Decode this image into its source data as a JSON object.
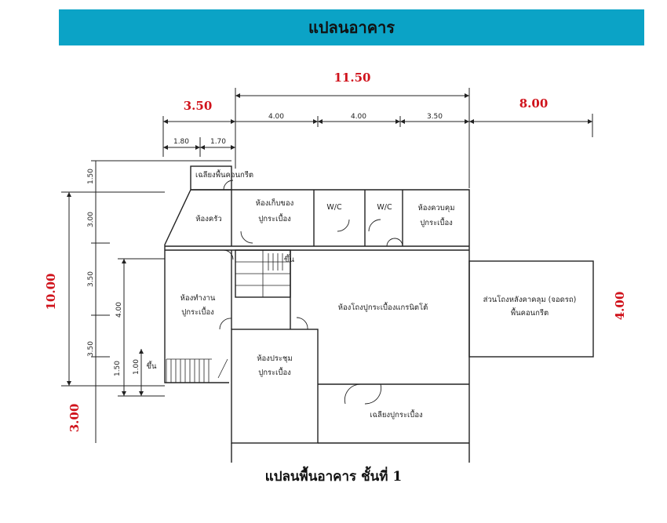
{
  "header": {
    "title": "แปลนอาคาร"
  },
  "caption": "แปลนพื้นอาคาร ชั้นที่ 1",
  "dimensions": {
    "top_total": "11.50",
    "top_left": "3.50",
    "top_right": "8.00",
    "left_total": "10.00",
    "left_bottom": "3.00",
    "right_annex": "4.00",
    "sub_top": [
      "4.00",
      "4.00",
      "3.50"
    ],
    "sub_left": [
      "1.80",
      "1.70"
    ],
    "sub_vertical": [
      "1.50",
      "3.00",
      "3.50",
      "3.50",
      "1.50"
    ],
    "inner_vertical": [
      "4.00",
      "1.00"
    ]
  },
  "rooms": {
    "terrace_top": "เฉลียงพื้นคอนกรีต",
    "kitchen": "ห้องครัว",
    "storage_1": "ห้องเก็บของ",
    "storage_2": "ปูกระเบื้อง",
    "wc_1": "W/C",
    "wc_2": "W/C",
    "control_1": "ห้องควบคุม",
    "control_2": "ปูกระเบื้อง",
    "office_1": "ห้องทำงาน",
    "office_2": "ปูกระเบื้อง",
    "hall": "ห้องโถงปูกระเบื้องแกรนิตโต้",
    "meeting_1": "ห้องประชุม",
    "meeting_2": "ปูกระเบื้อง",
    "veranda": "เฉลียงปูกระเบื้อง",
    "annex_1": "ส่วนโถงหลังคาคลุม (จอดรถ)",
    "annex_2": "พื้นคอนกรีต",
    "stair_up_1": "ขึ้น",
    "stair_up_2": "ขึ้น"
  },
  "colors": {
    "header_bg": "#0ba3c6",
    "dimension_red": "#d0121b"
  }
}
